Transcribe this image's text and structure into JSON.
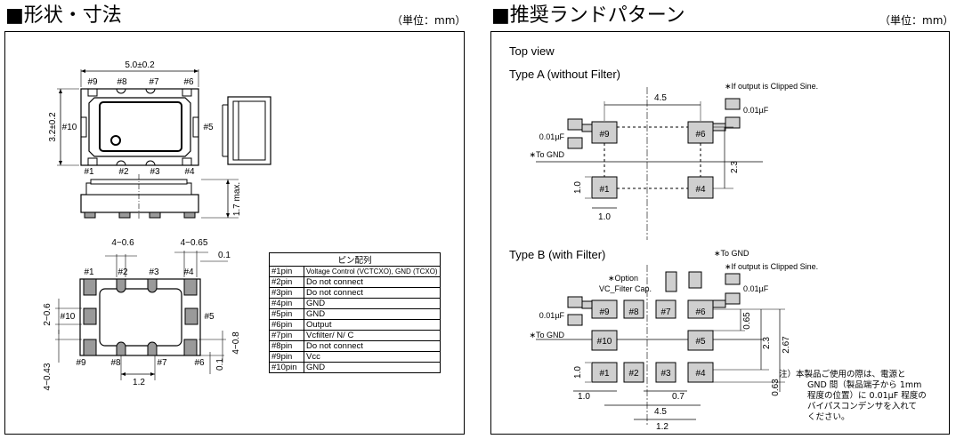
{
  "left_section": {
    "title": "■形状・寸法",
    "unit": "（単位：mm）",
    "top_view": {
      "width_dim": "5.0±0.2",
      "height_dim": "3.2±0.2",
      "pins_top": [
        "#9",
        "#8",
        "#7",
        "#6"
      ],
      "pins_bottom": [
        "#1",
        "#2",
        "#3",
        "#4"
      ],
      "pin_left": "#10",
      "pin_right": "#5",
      "side_height_dim": "1.7 max."
    },
    "bottom_view": {
      "dims": [
        "4−0.6",
        "4−0.65",
        "0.1",
        "2−0.6",
        "4−0.43",
        "4−0.8",
        "0.1",
        "1.2"
      ],
      "pins_top": [
        "#1",
        "#2",
        "#3",
        "#4"
      ],
      "pins_bottom": [
        "#9",
        "#8",
        "#7",
        "#6"
      ],
      "pin_left": "#10",
      "pin_right": "#5"
    },
    "pin_table": {
      "header": "ピン配列",
      "rows": [
        [
          "#1pin",
          "Voltage Control (VCTCXO),  GND (TCXO)"
        ],
        [
          "#2pin",
          "Do not connect"
        ],
        [
          "#3pin",
          "Do not connect"
        ],
        [
          "#4pin",
          "GND"
        ],
        [
          "#5pin",
          "GND"
        ],
        [
          "#6pin",
          "Output"
        ],
        [
          "#7pin",
          "Vcfilter/ N/ C"
        ],
        [
          "#8pin",
          "Do not connect"
        ],
        [
          "#9pin",
          "Vcc"
        ],
        [
          "#10pin",
          "GND"
        ]
      ]
    }
  },
  "right_section": {
    "title": "■推奨ランドパターン",
    "unit": "（単位：mm）",
    "top_view_label": "Top view",
    "type_a": {
      "label": "Type A (without Filter)",
      "dim_45": "4.5",
      "dim_23": "2.3",
      "dim_10v": "1.0",
      "dim_10h": "1.0",
      "cap_left": "0.01µF",
      "cap_right": "0.01µF",
      "to_gnd": "∗To GND",
      "note": "∗If output is Clipped Sine.",
      "pads": [
        "#9",
        "#6",
        "#1",
        "#4"
      ]
    },
    "type_b": {
      "label": "Type B (with Filter)",
      "to_gnd_top": "∗To GND",
      "note": "∗If output is Clipped Sine.",
      "option1": "∗Option",
      "option2": "VC_Filter Cap.",
      "cap_left": "0.01µF",
      "cap_right": "0.01µF",
      "to_gnd": "∗To GND",
      "pads": [
        "#9",
        "#8",
        "#7",
        "#6",
        "#10",
        "#5",
        "#1",
        "#2",
        "#3",
        "#4"
      ],
      "dims": [
        "0.65",
        "2.3",
        "2.67",
        "1.0",
        "0.7",
        "4.5",
        "1.2",
        "0.63"
      ]
    },
    "japanese_note": [
      "注）本製品ご使用の際は、電源と",
      "GND 間（製品端子から 1mm",
      "程度の位置）に 0.01µF 程度の",
      "バイパスコンデンサを入れて",
      "ください。"
    ]
  }
}
